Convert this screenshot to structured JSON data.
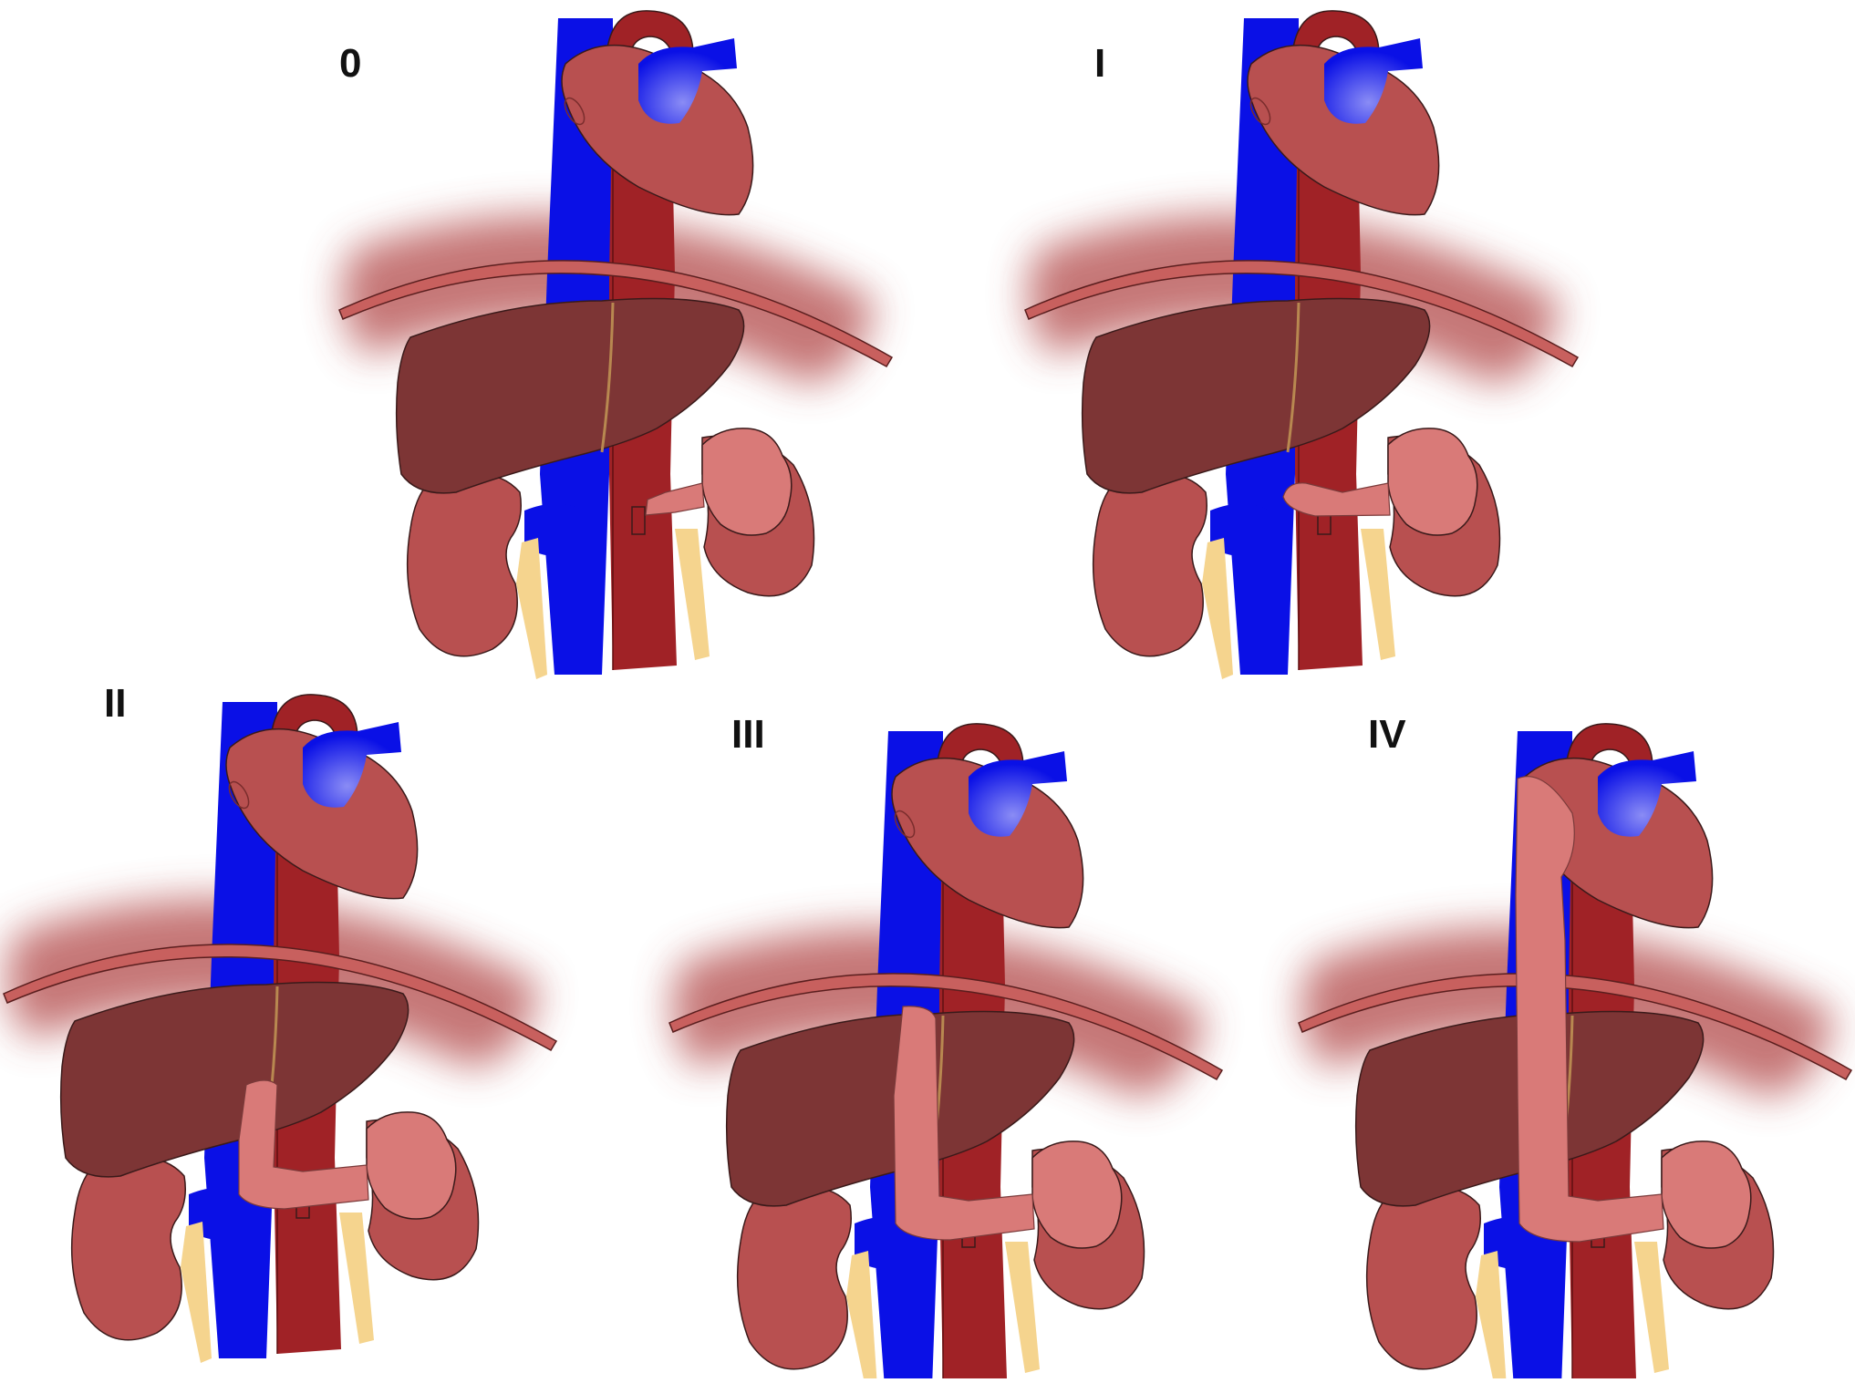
{
  "colors": {
    "vena_cava": "#0a10e6",
    "aorta": "#a02226",
    "heart": "#b85050",
    "liver": "#7d3535",
    "kidney": "#b85050",
    "tumor": "#d97a78",
    "ureter": "#f5d48e",
    "diaphragm": "#c8605e",
    "outline": "#3a1a1a"
  },
  "panels": [
    {
      "label": "0",
      "level": 0
    },
    {
      "label": "I",
      "level": 1
    },
    {
      "label": "II",
      "level": 2
    },
    {
      "label": "III",
      "level": 3
    },
    {
      "label": "IV",
      "level": 4
    }
  ]
}
